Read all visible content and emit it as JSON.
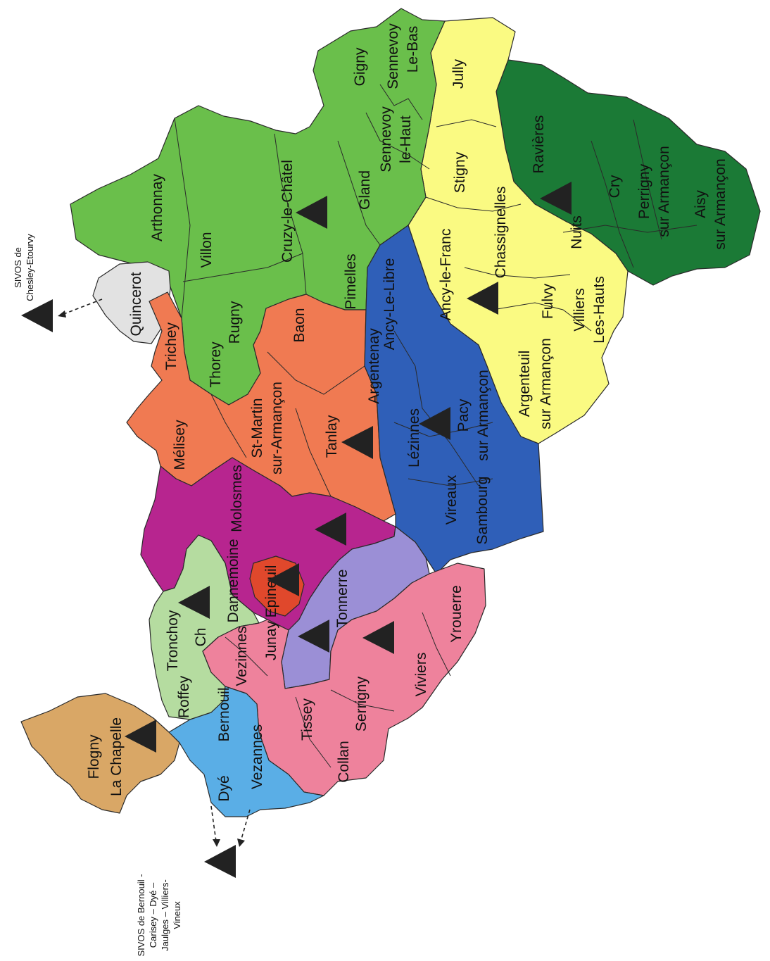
{
  "colors": {
    "green": "#6abf4b",
    "dark_green": "#1b7a36",
    "yellow": "#fafa82",
    "orange": "#f07a52",
    "blue": "#2f5fb8",
    "magenta": "#b7258f",
    "light_green": "#b5dca0",
    "pink": "#ee829c",
    "lavender": "#9b8fd6",
    "light_blue": "#5aaee6",
    "tan": "#d9a766",
    "grey": "#e2e2e2",
    "red": "#e0482c"
  },
  "labels": {
    "gigny": "Gigny",
    "sennevoy": "Sennevoy",
    "le_bas": "Le-Bas",
    "jully": "Jully",
    "sennevoy_le_haut_1": "Sennevoy",
    "sennevoy_le_haut_2": "le-Haut",
    "ravieres": "Ravières",
    "stigny": "Stigny",
    "gland": "Gland",
    "cruzy": "Cruzy-le-Châtel",
    "arthonnay": "Arthonnay",
    "cry": "Cry",
    "perrigny_1": "Perrigny",
    "perrigny_2": "sur Armançon",
    "aisy_1": "Aisy",
    "aisy_2": "sur Armançon",
    "chassignelles": "Chassignelles",
    "nuits": "Nuits",
    "villon": "Villon",
    "ancy_le_franc": "Ancy-le-Franc",
    "pimelles": "Pimelles",
    "ancy_le_libre": "Ancy-Le-Libre",
    "fulvy": "Fulvy",
    "villiers_1": "Villiers",
    "villiers_2": "Les-Hauts",
    "quincerot": "Quincerot",
    "rugny": "Rugny",
    "baon": "Baon",
    "trichey": "Trichey",
    "thorey": "Thorey",
    "argentenay": "Argentenay",
    "argenteuil_1": "Argenteuil",
    "argenteuil_2": "sur Armançon",
    "st_martin_1": "St-Martin",
    "st_martin_2": "sur-Armançon",
    "melisey": "Mélisey",
    "lezinnes": "Lézinnes",
    "pacy_1": "Pacy",
    "pacy_2": "sur Armançon",
    "tanlay": "Tanlay",
    "molosmes": "Molosmes",
    "vireaux": "Vireaux",
    "sambourg": "Sambourg",
    "dannemoine": "Dannemoine",
    "epineuil": "Epineuil",
    "tonnerre": "Tonnerre",
    "yrouerre": "Yrouerre",
    "tronchoy": "Tronchoy",
    "cheney": "Ch",
    "junay": "Junay",
    "vezinnes": "Vezinnes",
    "viviers": "Viviers",
    "roffey": "Roffey",
    "bernouil": "Bernouil",
    "serrigny": "Serrigny",
    "tissey": "Tissey",
    "vezannes": "Vezannes",
    "flogny_1": "Flogny",
    "flogny_2": "La Chapelle",
    "collan": "Collan",
    "dye": "Dyé"
  },
  "external": {
    "chesley_1": "SIVOS de",
    "chesley_2": "Chesley-Etourvy",
    "bernouil_1": "SIVOS de Bernouil -",
    "bernouil_2": "Carisey – Dyé –",
    "bernouil_3": "Jaulges – Villiers-",
    "bernouil_4": "Vineux"
  }
}
